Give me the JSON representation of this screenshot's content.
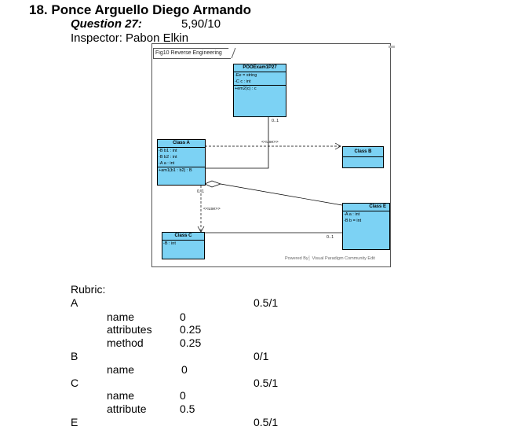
{
  "header": {
    "title": "18. Ponce Arguello Diego Armando",
    "question": "Question 27:",
    "score": "5,90/10",
    "inspector": "Inspector: Pabon Elkin"
  },
  "diagram": {
    "frame_title": "Fig10 Reverse Engineering",
    "powered_by": "Powered By│ Visual Paradigm Community Edit",
    "classes": {
      "poo": {
        "name": "POOExam1P27",
        "attributes": [
          "-Ee = string",
          "-C c : int"
        ],
        "methods": [
          "+em2(c) : c"
        ]
      },
      "a": {
        "name": "Class A",
        "attributes": [
          "-B b1 : int",
          "-B b2 : int",
          "-A a : int"
        ],
        "methods": [
          "+am1(b1 : b2) : B"
        ]
      },
      "b": {
        "name": "Class B"
      },
      "c": {
        "name": "Class C",
        "attributes": [
          "-B : int"
        ]
      },
      "e": {
        "name": "Class E",
        "attributes": [
          "-A a : int",
          "-B b = int"
        ]
      }
    },
    "labels": {
      "mult_poo": "0..1",
      "use_top": "<<use>>",
      "mult_a": "0..1",
      "use_left": "<<use>>",
      "mult_c": "0..1"
    }
  },
  "rubric": {
    "heading": "Rubric:",
    "sections": [
      {
        "letter": "A",
        "total": "0.5/1",
        "items": [
          {
            "label": "name",
            "value": "0"
          },
          {
            "label": "attributes",
            "value": "0.25"
          },
          {
            "label": "method",
            "value": "0.25"
          }
        ]
      },
      {
        "letter": "B",
        "total": "0/1",
        "items": [
          {
            "label": "name",
            "value": "0"
          }
        ]
      },
      {
        "letter": "C",
        "total": "0.5/1",
        "items": [
          {
            "label": "name",
            "value": "0"
          },
          {
            "label": "attribute",
            "value": "0.5"
          }
        ]
      },
      {
        "letter": "E",
        "total": "0.5/1",
        "items": []
      }
    ]
  }
}
